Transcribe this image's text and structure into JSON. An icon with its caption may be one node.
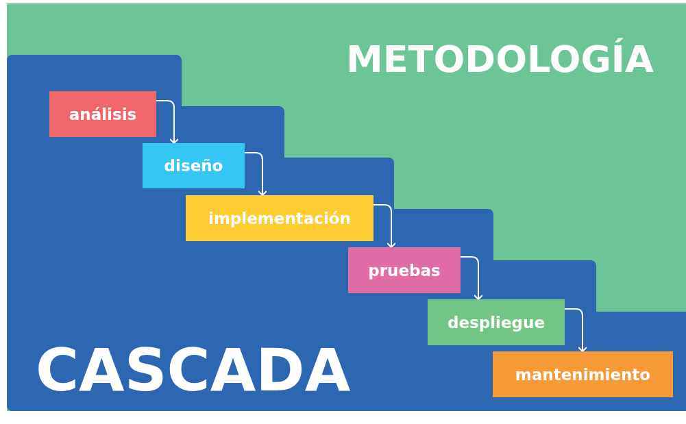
{
  "diagram": {
    "nodes": [
      {
        "text": [
          "análisis"
        ]
      },
      {
        "text": [
          "diseño"
        ]
      },
      {
        "text": [
          "implementación"
        ]
      },
      {
        "text": [
          "pruebas"
        ]
      },
      {
        "text": [
          "despliegue"
        ]
      },
      {
        "text": [
          "mantenimiento"
        ]
      }
    ],
    "edges": [
      {
        "from": 0,
        "to": 1,
        "arrow": "to"
      },
      {
        "from": 1,
        "to": 2,
        "arrow": "to"
      },
      {
        "from": 2,
        "to": 3,
        "arrow": "to"
      },
      {
        "from": 3,
        "to": 4,
        "arrow": "to"
      },
      {
        "from": 4,
        "to": 5,
        "arrow": "to"
      }
    ],
    "labels": [
      "METODOLOGÍA",
      "CASCADA"
    ]
  }
}
